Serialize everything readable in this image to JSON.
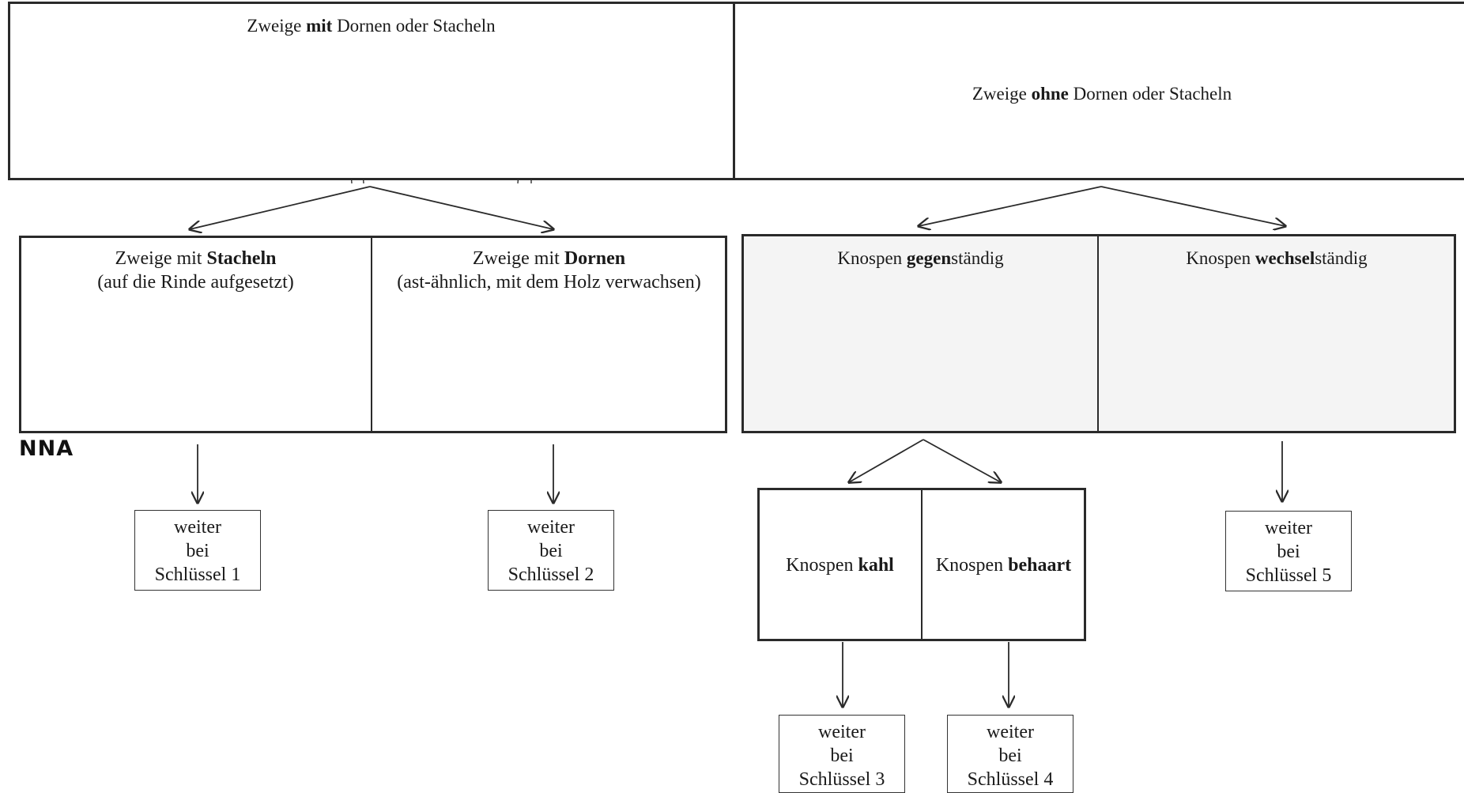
{
  "top": {
    "with": {
      "pre": "Zweige ",
      "bold": "mit",
      "post": " Dornen oder Stacheln"
    },
    "without": {
      "pre": "Zweige ",
      "bold": "ohne",
      "post": " Dornen oder Stacheln"
    }
  },
  "level2": {
    "stacheln": {
      "pre": "Zweige mit ",
      "bold": "Stacheln",
      "line2": "(auf die Rinde aufgesetzt)"
    },
    "dornen": {
      "pre": "Zweige mit ",
      "bold": "Dornen",
      "line2": "(ast-ähnlich, mit dem Holz verwachsen)"
    },
    "gegen": {
      "pre": "Knospen ",
      "bold": "gegen",
      "post": "ständig"
    },
    "wechsel": {
      "pre": "Knospen ",
      "bold": "wechsel",
      "post": "ständig"
    }
  },
  "level3": {
    "kahl": {
      "pre": "Knospen ",
      "bold": "kahl"
    },
    "behaart": {
      "pre": "Knospen ",
      "bold": "behaart"
    }
  },
  "keys": [
    {
      "l1": "weiter",
      "l2": "bei",
      "l3": "Schlüssel 1"
    },
    {
      "l1": "weiter",
      "l2": "bei",
      "l3": "Schlüssel 2"
    },
    {
      "l1": "weiter",
      "l2": "bei",
      "l3": "Schlüssel 3"
    },
    {
      "l1": "weiter",
      "l2": "bei",
      "l3": "Schlüssel 4"
    },
    {
      "l1": "weiter",
      "l2": "bei",
      "l3": "Schlüssel 5"
    }
  ],
  "logo": "NNA",
  "colors": {
    "line": "#2a2a2a",
    "shaded_bg": "#f4f4f4"
  }
}
